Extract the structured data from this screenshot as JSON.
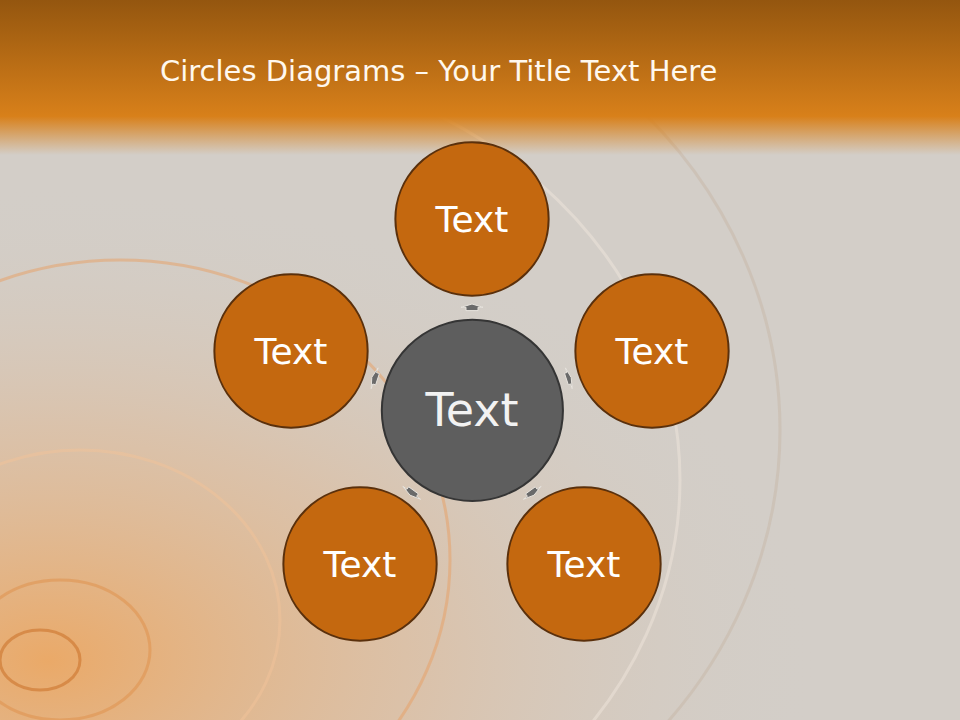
{
  "diagram": {
    "title": "Circles Diagrams – Your Title Text Here",
    "nodes": [
      {
        "text": [
          "Text"
        ]
      },
      {
        "text": [
          "Text"
        ]
      },
      {
        "text": [
          "Text"
        ]
      },
      {
        "text": [
          "Text"
        ]
      },
      {
        "text": [
          "Text"
        ]
      },
      {
        "text": [
          "Text"
        ]
      }
    ],
    "edges": [
      {
        "from": 3,
        "to": 0,
        "arrow": "to"
      },
      {
        "from": 3,
        "to": 1,
        "arrow": "to"
      },
      {
        "from": 3,
        "to": 2,
        "arrow": "to"
      },
      {
        "from": 3,
        "to": 4,
        "arrow": "to"
      },
      {
        "from": 3,
        "to": 5,
        "arrow": "to"
      }
    ]
  }
}
